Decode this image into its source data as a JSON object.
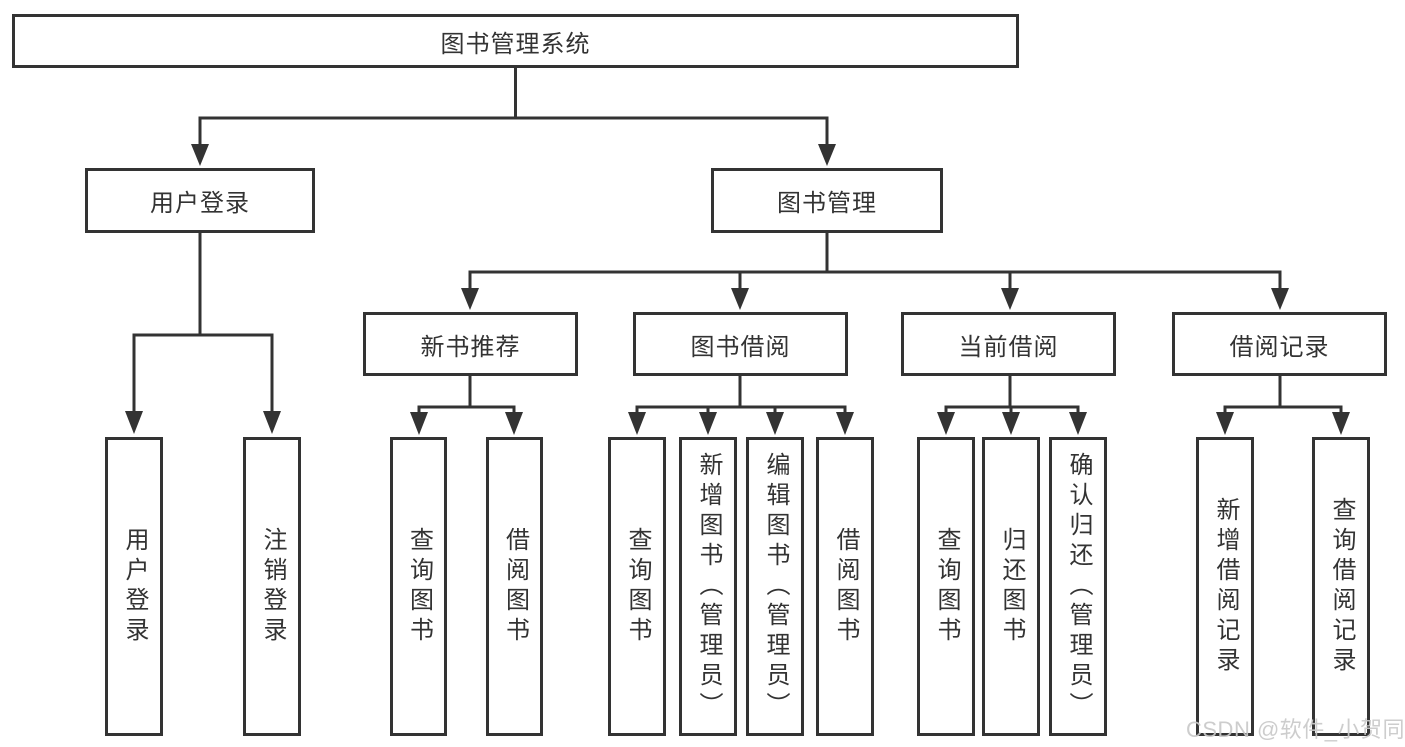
{
  "colors": {
    "line": "#333333",
    "text": "#333333",
    "box_fill": "#ffffff",
    "background": "#ffffff",
    "watermark": "#c9c9c9"
  },
  "watermark": {
    "text": "CSDN @软件_小贺同学"
  },
  "tree": {
    "label": "图书管理系统",
    "children": [
      {
        "label": "用户登录",
        "children": [
          {
            "label": "用户登录"
          },
          {
            "label": "注销登录"
          }
        ]
      },
      {
        "label": "图书管理",
        "children": [
          {
            "label": "新书推荐",
            "children": [
              {
                "label": "查询图书"
              },
              {
                "label": "借阅图书"
              }
            ]
          },
          {
            "label": "图书借阅",
            "children": [
              {
                "label": "查询图书"
              },
              {
                "label": "新增图书（管理员）"
              },
              {
                "label": "编辑图书（管理员）"
              },
              {
                "label": "借阅图书"
              }
            ]
          },
          {
            "label": "当前借阅",
            "children": [
              {
                "label": "查询图书"
              },
              {
                "label": "归还图书"
              },
              {
                "label": "确认归还（管理员）"
              }
            ]
          },
          {
            "label": "借阅记录",
            "children": [
              {
                "label": "新增借阅记录"
              },
              {
                "label": "查询借阅记录"
              }
            ]
          }
        ]
      }
    ]
  }
}
